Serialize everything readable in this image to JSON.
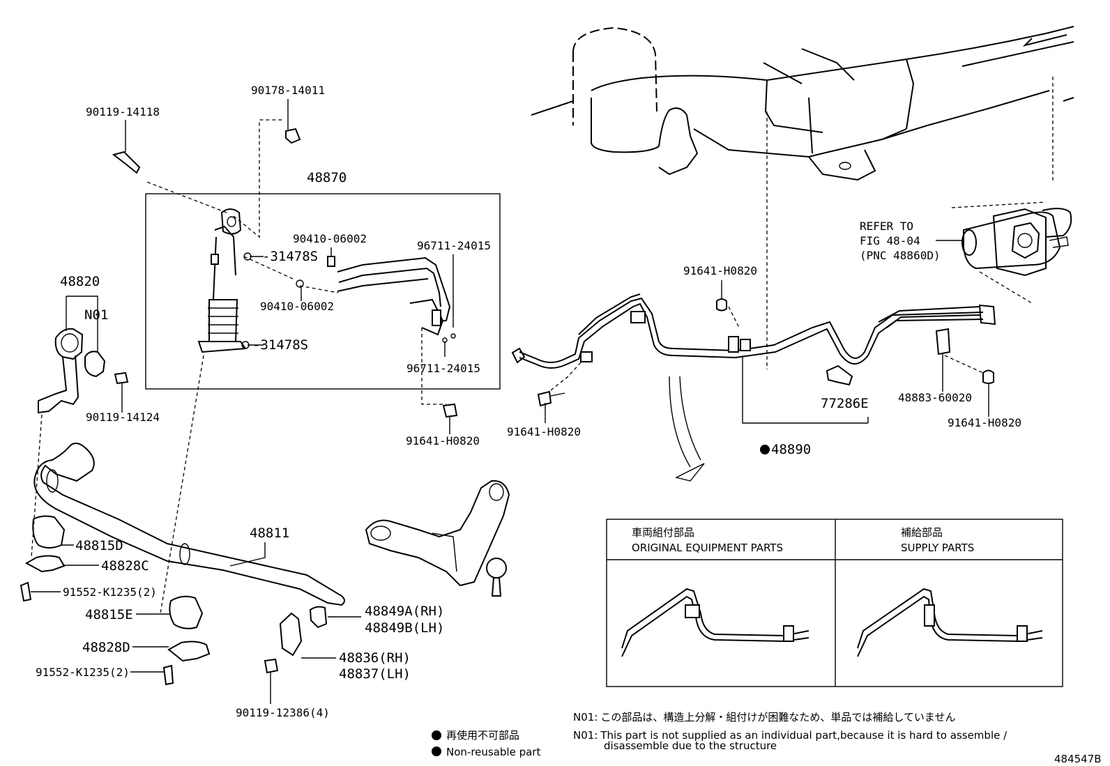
{
  "diagram_id": "484547B",
  "callouts": {
    "c90178_14011": "90178-14011",
    "c90119_14118": "90119-14118",
    "c48870": "48870",
    "c90410_06002_a": "90410-06002",
    "c96711_24015_a": "96711-24015",
    "c31478S_a": "31478S",
    "c90410_06002_b": "90410-06002",
    "c31478S_b": "31478S",
    "c96711_24015_b": "96711-24015",
    "c48820": "48820",
    "cN01": "N01",
    "c90119_14124": "90119-14124",
    "c91641_H0820_a": "91641-H0820",
    "c91641_H0820_b": "91641-H0820",
    "c91641_H0820_c": "91641-H0820",
    "c91641_H0820_d": "91641-H0820",
    "refer_line1": "REFER TO",
    "refer_line2": "FIG 48-04",
    "refer_line3": "(PNC 48860D)",
    "c77286E": "77286E",
    "c48883_60020": "48883-60020",
    "c48890": "48890",
    "c48811": "48811",
    "c48815D": "48815D",
    "c48828C": "48828C",
    "c91552_K1235_a": "91552-K1235(2)",
    "c48815E": "48815E",
    "c48828D": "48828D",
    "c91552_K1235_b": "91552-K1235(2)",
    "c48849A": "48849A(RH)",
    "c48849B": "48849B(LH)",
    "c48836": "48836(RH)",
    "c48837": "48837(LH)",
    "c90119_12386": "90119-12386(4)"
  },
  "comparison_table": {
    "left_header_jp": "車両組付部品",
    "left_header_en": "ORIGINAL EQUIPMENT PARTS",
    "right_header_jp": "補給部品",
    "right_header_en": "SUPPLY PARTS"
  },
  "notes": {
    "n01_jp_tag": "N01:",
    "n01_jp_text": "この部品は、構造上分解・組付けが困難なため、単品では補給していません",
    "n01_en_tag": "N01:",
    "n01_en_text1": "This part is not supplied as an individual part,because it is hard to assemble /",
    "n01_en_text2": "disassemble due to the structure"
  },
  "legend": {
    "jp": "再使用不可部品",
    "en": "Non-reusable part"
  }
}
